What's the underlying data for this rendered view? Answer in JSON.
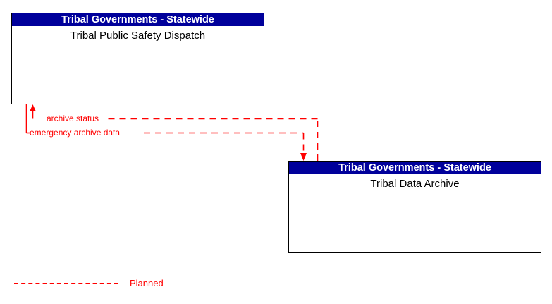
{
  "diagram": {
    "type": "interface-context-diagram",
    "background_color": "#FFFFFF",
    "nodes": [
      {
        "id": "dispatch",
        "stakeholder": "Tribal Governments - Statewide",
        "name": "Tribal Public Safety Dispatch",
        "header_color": "#00009B",
        "header_text_color": "#FFFFFF",
        "border_color": "#000000",
        "body_color": "#FFFFFF"
      },
      {
        "id": "archive",
        "stakeholder": "Tribal Governments - Statewide",
        "name": "Tribal Data Archive",
        "header_color": "#00009B",
        "header_text_color": "#FFFFFF",
        "border_color": "#000000",
        "body_color": "#FFFFFF"
      }
    ],
    "flows": [
      {
        "id": "archive-status",
        "label": "archive status",
        "from": "Tribal Data Archive",
        "to": "Tribal Public Safety Dispatch",
        "status": "Planned",
        "color": "#FF0000",
        "style": "dashed"
      },
      {
        "id": "emergency-archive-data",
        "label": "emergency archive data",
        "from": "Tribal Public Safety Dispatch",
        "to": "Tribal Data Archive",
        "status": "Planned",
        "color": "#FF0000",
        "style": "dashed"
      }
    ],
    "legend": {
      "entries": [
        {
          "label": "Planned",
          "color": "#FF0000",
          "style": "dashed"
        }
      ]
    }
  }
}
